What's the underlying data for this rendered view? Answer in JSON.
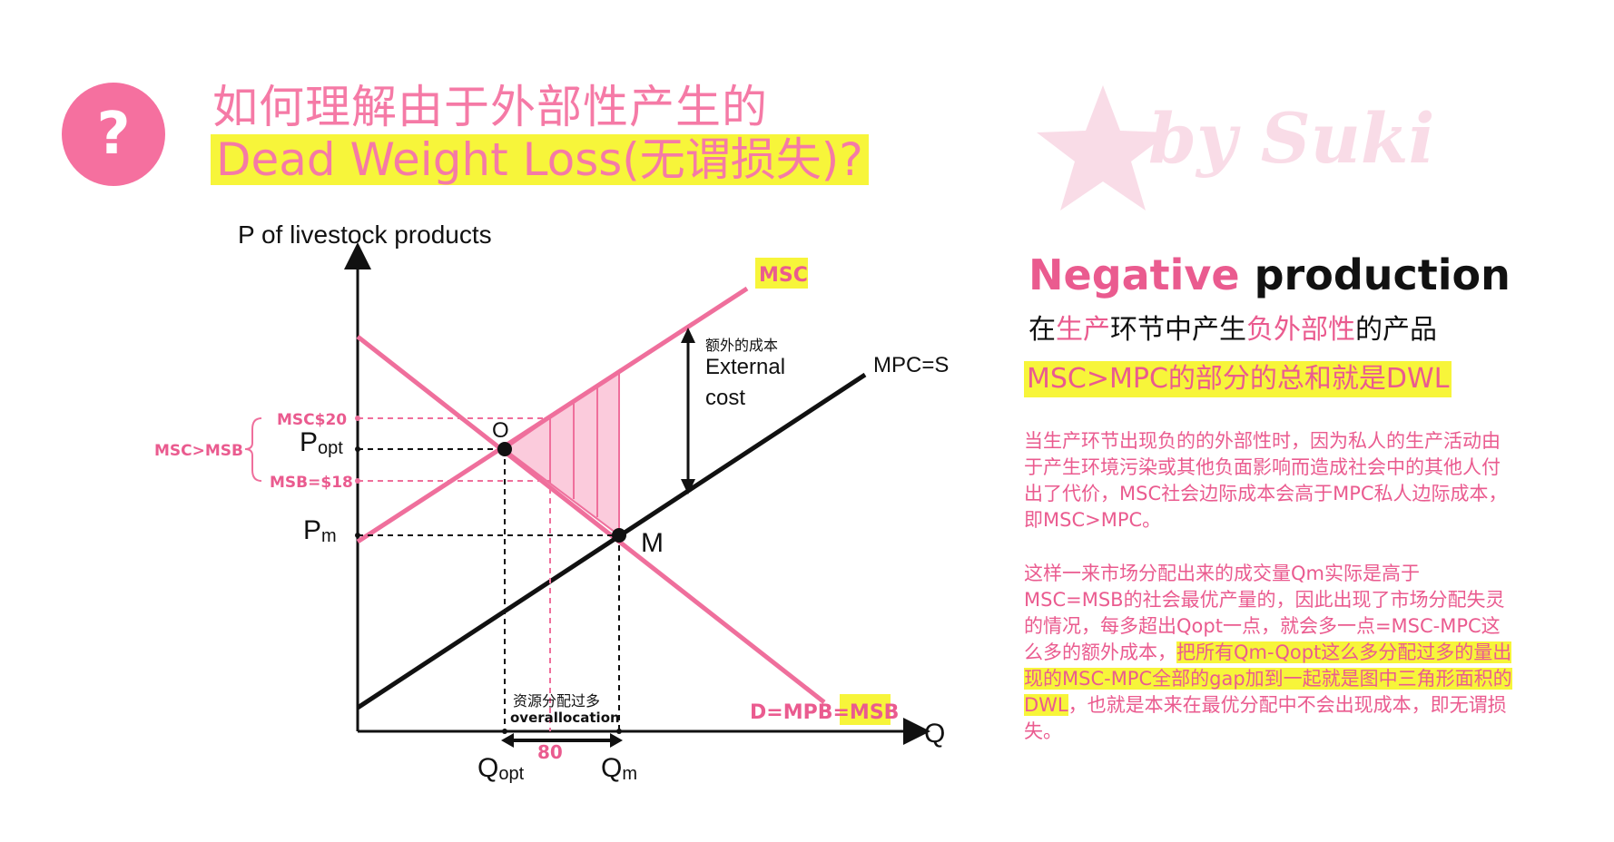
{
  "header": {
    "question_icon": "?",
    "title_line1": "如何理解由于外部性产生的",
    "title_line2": "Dead Weight Loss(无谓损失)?",
    "watermark": "by Suki"
  },
  "diagram": {
    "y_axis_label": "P of livestock products",
    "x_axis_label": "Q",
    "msc_label": "MSC",
    "mpc_label": "MPC=S",
    "demand_label_prefix": "D=MPB=",
    "demand_label_msb": "MSB",
    "external_cost_cn": "额外的成本",
    "external_cost_line1": "External",
    "external_cost_line2": "cost",
    "point_o": "O",
    "point_m": "M",
    "msc_price": "MSC$20",
    "msb_price": "MSB=$18",
    "msc_gt_msb": "MSC>MSB",
    "p_opt_main": "P",
    "p_opt_sub": "opt",
    "p_m_main": "P",
    "p_m_sub": "m",
    "q_opt_main": "Q",
    "q_opt_sub": "opt",
    "q_m_main": "Q",
    "q_m_sub": "m",
    "overallocation_cn": "资源分配过多",
    "overallocation_en": "overallocation",
    "overallocation_qty": "80"
  },
  "right_panel": {
    "heading_negative": "Negative",
    "heading_production": " production",
    "sub_parts": [
      "在",
      "生产",
      "环节中产生",
      "负外部性",
      "的产品"
    ],
    "highlight_line": "MSC>MPC的部分的总和就是DWL",
    "para1": "当生产环节出现负的的外部性时，因为私人的生产活动由于产生环境污染或其他负面影响而造成社会中的其他人付出了代价，MSC社会边际成本会高于MPC私人边际成本，即MSC>MPC。",
    "para2_normal": "这样一来市场分配出来的成交量Qm实际是高于MSC=MSB的社会最优产量的，因此出现了市场分配失灵的情况，每多超出Qopt一点，就会多一点=MSC-MPC这么多的额外成本，",
    "para2_highlight": "把所有Qm-Qopt这么多分配过多的量出现的MSC-MPC全部的gap加到一起就是图中三角形面积的DWL",
    "para2_tail": "，也就是本来在最优分配中不会出现成本，即无谓损失。"
  },
  "colors": {
    "pink": "#ea5b8f",
    "pink_line": "#ef6f9c",
    "yellow": "#f7f53a",
    "dwl_fill": "#fbcbdc"
  }
}
